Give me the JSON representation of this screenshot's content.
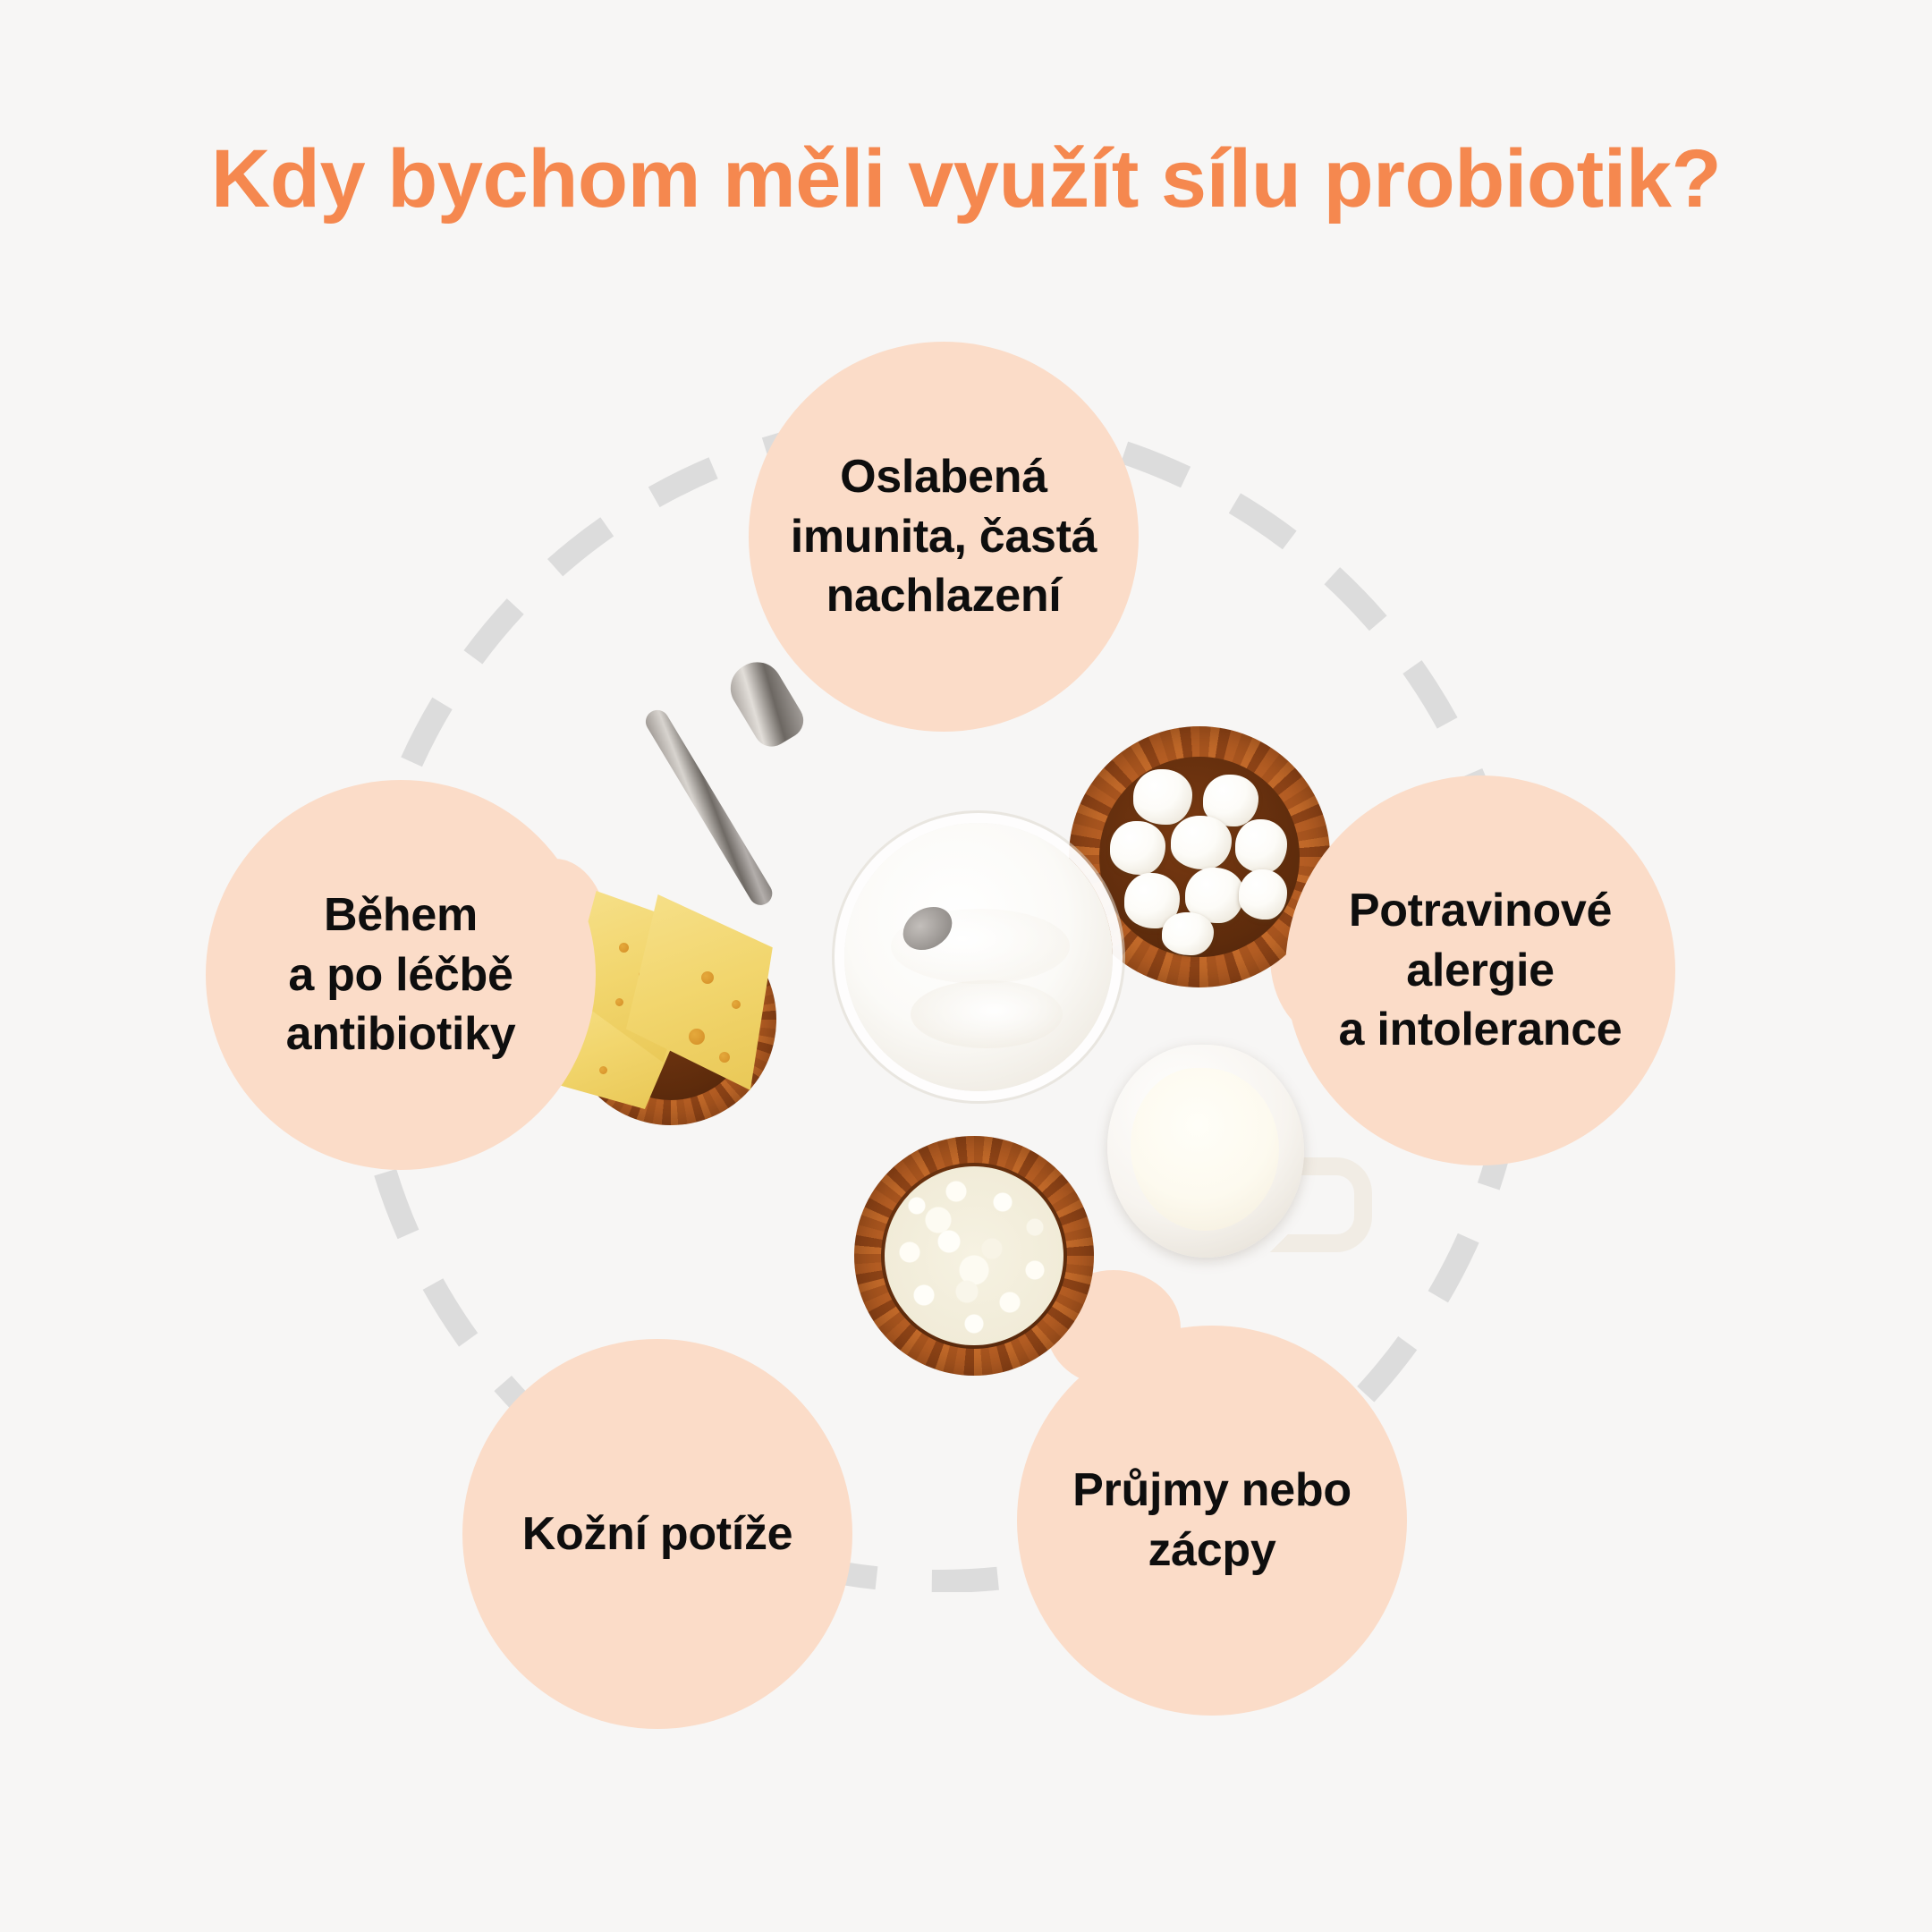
{
  "page": {
    "title": "Kdy bychom měli využít sílu probiotik?",
    "background_color": "#F7F6F5",
    "accent_color": "#F5884F",
    "bubble_color": "#FBDCC8",
    "text_color": "#0E0E0E",
    "dashed_ring_color": "#DCDCDC"
  },
  "bubbles": [
    {
      "id": "top",
      "label": "Oslabená\nimunita, častá\nnachlazení",
      "position": "top"
    },
    {
      "id": "right",
      "label": "Potravinové\nalergie\na intolerance",
      "position": "right"
    },
    {
      "id": "left",
      "label": "Během\na po léčbě\nantibiotiky",
      "position": "left"
    },
    {
      "id": "bottom-left",
      "label": "Kožní potíže",
      "position": "bottom-left"
    },
    {
      "id": "bottom-right",
      "label": "Průjmy nebo\nzácpy",
      "position": "bottom-right"
    }
  ],
  "food_items": [
    {
      "id": "yogurt",
      "name": "yogurt-cup-with-spoon"
    },
    {
      "id": "mozz",
      "name": "mozzarella-balls-in-wooden-bowl"
    },
    {
      "id": "cottage",
      "name": "cottage-cheese-in-wooden-bowl"
    },
    {
      "id": "milk",
      "name": "milk-pitcher"
    },
    {
      "id": "cheese",
      "name": "cheese-slices-on-wooden-bowl"
    }
  ]
}
